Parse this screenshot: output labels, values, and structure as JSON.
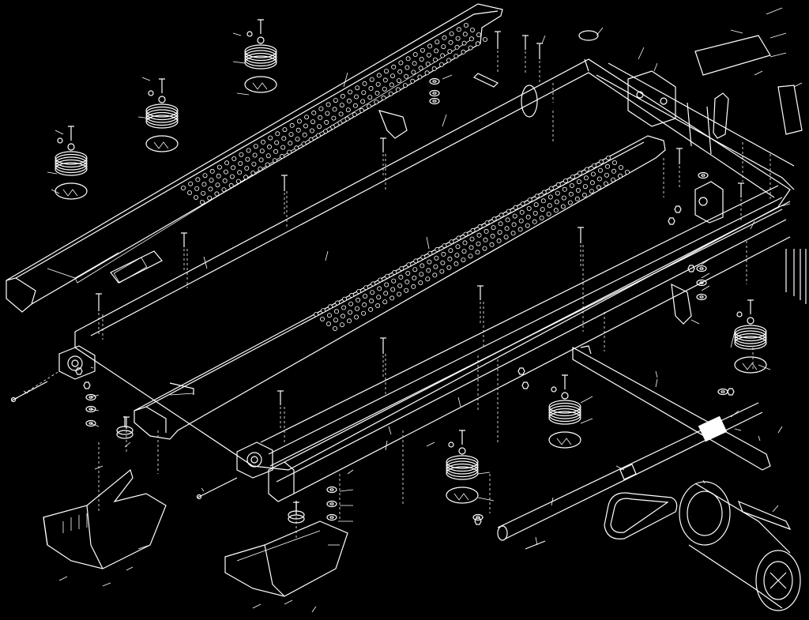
{
  "diagram": {
    "view": "exploded-isometric",
    "background": "#000000",
    "line_color": "#ffffff",
    "parts": [
      {
        "name": "left-side-rail"
      },
      {
        "name": "right-side-rail"
      },
      {
        "name": "deck-frame"
      },
      {
        "name": "front-roller"
      },
      {
        "name": "rear-roller"
      },
      {
        "name": "motor"
      },
      {
        "name": "drive-belt"
      },
      {
        "name": "left-rear-foot-cover"
      },
      {
        "name": "right-rear-foot-cover"
      },
      {
        "name": "isolator-springs"
      },
      {
        "name": "walking-belt-guide"
      },
      {
        "name": "fasteners"
      }
    ]
  }
}
